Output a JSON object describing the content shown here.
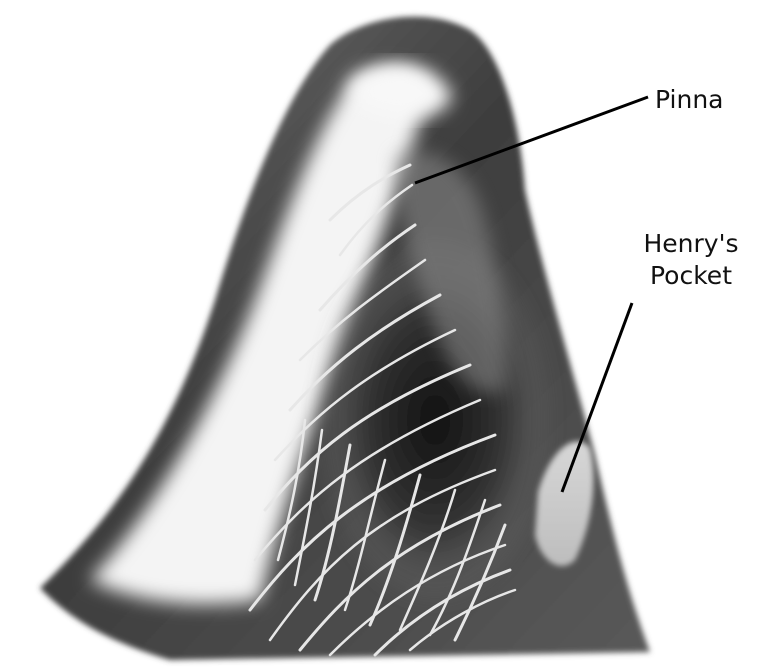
{
  "labels": {
    "pinna": "Pinna",
    "henrys_pocket_line1": "Henry's",
    "henrys_pocket_line2": "Pocket"
  },
  "colors": {
    "ear_outer": "#4b4b4b",
    "ear_light": "#f3f3f3",
    "ear_inner_dark": "#1f1f1f",
    "hair": "#e6e6e6",
    "leader_line": "#000000",
    "label_text": "#111111"
  }
}
